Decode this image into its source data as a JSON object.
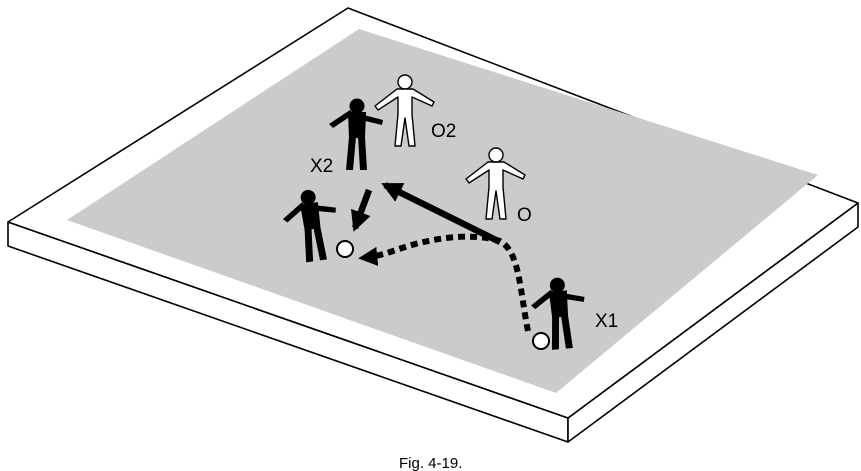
{
  "caption": "Fig. 4-19.",
  "labels": {
    "x1": "X1",
    "x2": "X2",
    "o": "O",
    "o2": "O2"
  },
  "colors": {
    "field": "#cbcbcb",
    "border": "#ffffff",
    "outline": "#000000",
    "attacker": "#000000",
    "defender": "#ffffff"
  }
}
